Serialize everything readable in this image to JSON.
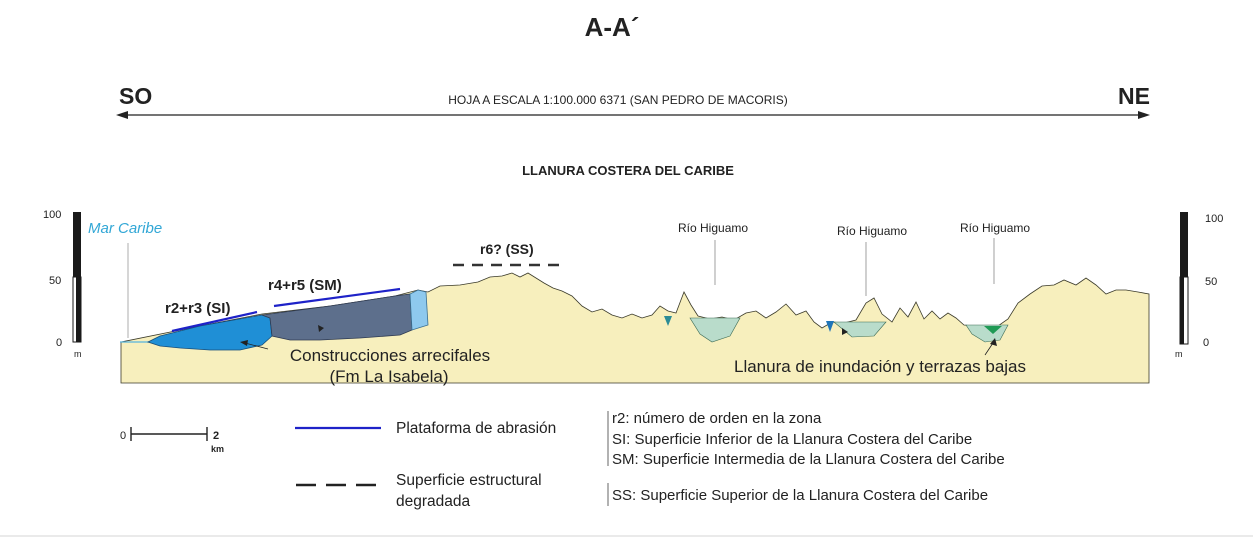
{
  "title": "A-A´",
  "header": {
    "left_dir": "SO",
    "right_dir": "NE",
    "sheet": "HOJA A ESCALA 1:100.000 6371 (SAN PEDRO DE MACORIS)",
    "region": "LLANURA COSTERA DEL CARIBE"
  },
  "scale_left": {
    "t100": "100",
    "t50": "50",
    "t0": "0",
    "unit": "m"
  },
  "scale_right": {
    "t100": "100",
    "t50": "50",
    "t0": "0",
    "unit": "m"
  },
  "labels": {
    "sea": "Mar Caribe",
    "r2r3": "r2+r3 (SI)",
    "r4r5": "r4+r5 (SM)",
    "r6": "r6? (SS)",
    "river1": "Río Higuamo",
    "river2": "Río Higuamo",
    "river3": "Río Higuamo",
    "reef_line1": "Construcciones arrecifales",
    "reef_line2": "(Fm La Isabela)",
    "flood": "Llanura de inundación y terrazas bajas"
  },
  "legend": {
    "bar_zero": "0",
    "bar_two": "2",
    "bar_unit": "km",
    "abrasion": "Plataforma de abrasión",
    "struct_line1": "Superficie estructural",
    "struct_line2": "degradada",
    "def_r2": "r2: número de orden en la zona",
    "def_si": "SI: Superficie Inferior de la Llanura Costera del Caribe",
    "def_sm": "SM: Superficie Intermedia de la Llanura Costera del Caribe",
    "def_ss": "SS: Superficie Superior de la Llanura Costera del Caribe"
  },
  "colors": {
    "terrain": "#f7efbd",
    "reef": "#1f8fd6",
    "reef_light": "#8ec9ee",
    "sm_body": "#5d6f8c",
    "flood": "#b9dccb",
    "sea_text": "#32a7d6",
    "abrasion_line": "#1e22c8"
  }
}
